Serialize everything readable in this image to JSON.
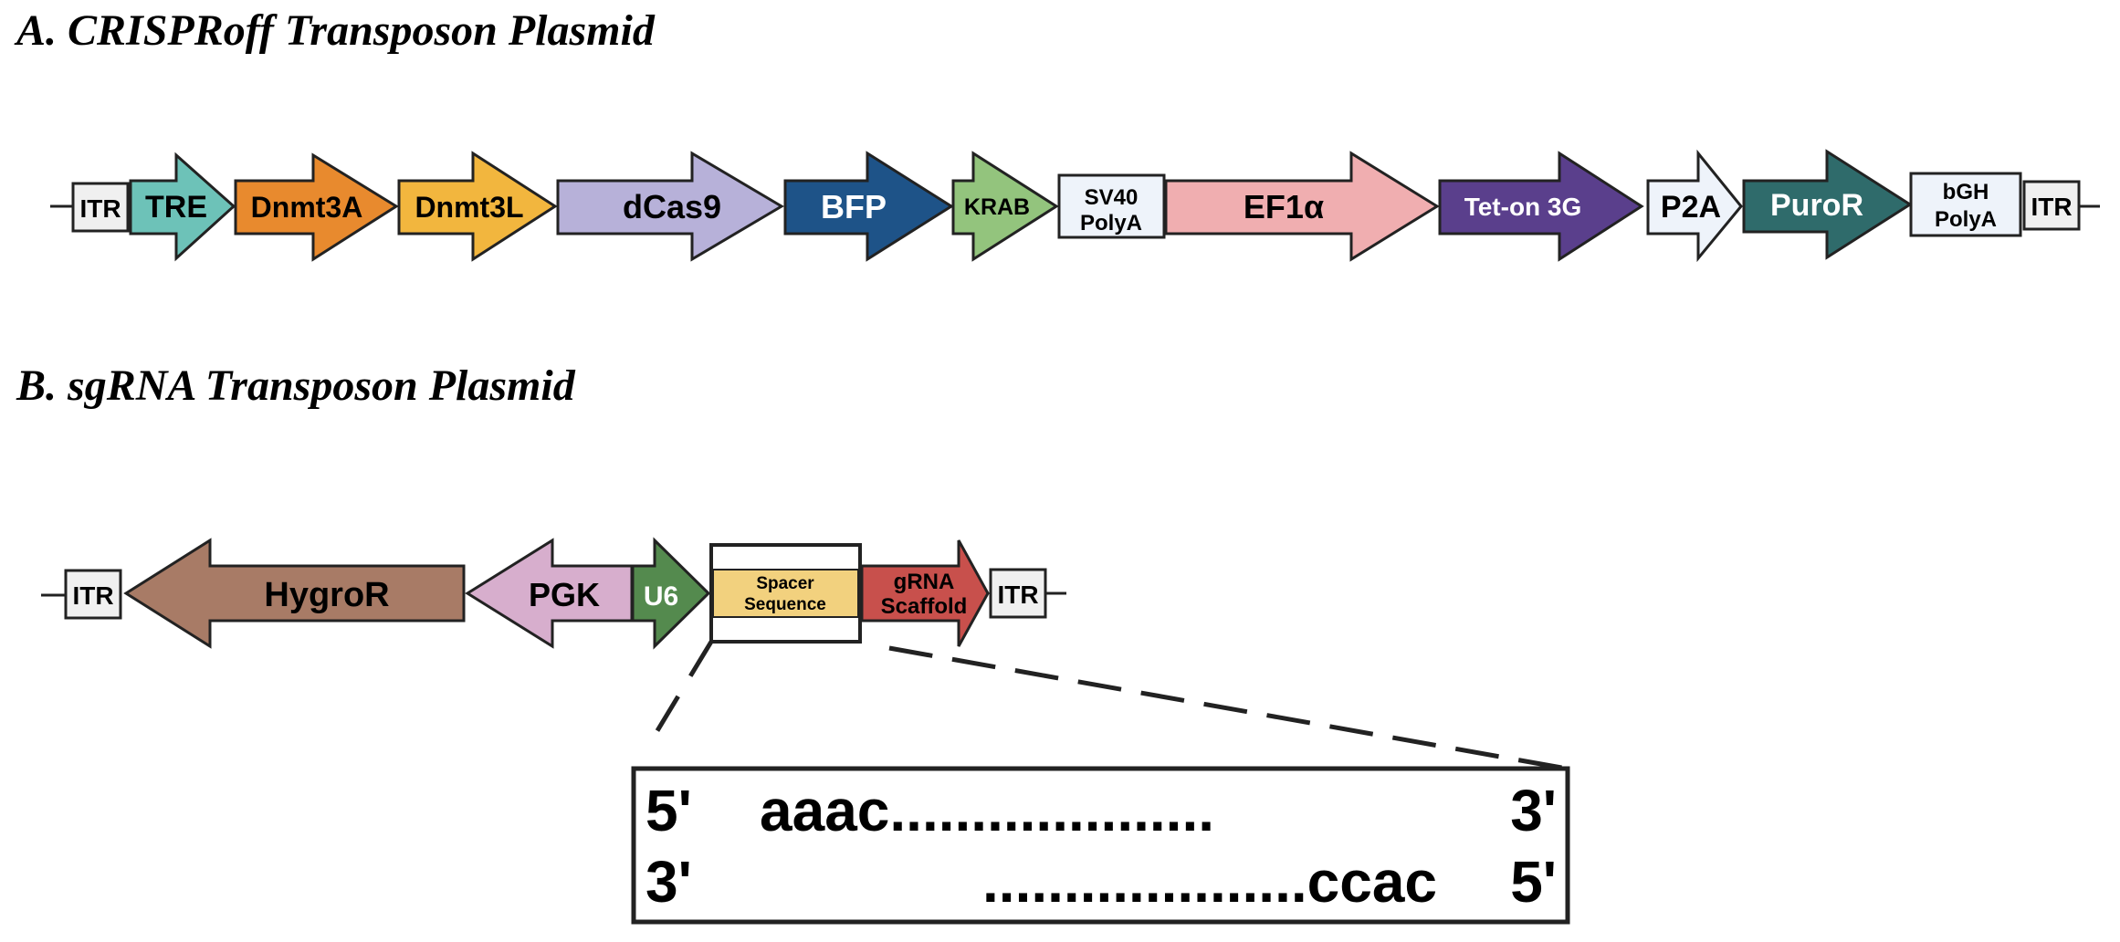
{
  "panel_a": {
    "title": "A. CRISPRoff Transposon Plasmid",
    "elements": [
      {
        "type": "box",
        "label": "ITR",
        "fill": "#f0f0f0",
        "text_color": "#000000"
      },
      {
        "type": "arrow",
        "label": "TRE",
        "fill": "#6dc2b8",
        "text_color": "#000000"
      },
      {
        "type": "arrow",
        "label": "Dnmt3A",
        "fill": "#e88a2e",
        "text_color": "#000000"
      },
      {
        "type": "arrow",
        "label": "Dnmt3L",
        "fill": "#f2b63e",
        "text_color": "#000000"
      },
      {
        "type": "arrow",
        "label": "dCas9",
        "fill": "#b7b1d9",
        "text_color": "#000000"
      },
      {
        "type": "arrow",
        "label": "BFP",
        "fill": "#1e5388",
        "text_color": "#ffffff"
      },
      {
        "type": "arrow",
        "label": "KRAB",
        "fill": "#93c47d",
        "text_color": "#000000"
      },
      {
        "type": "box",
        "label": "SV40\nPolyA",
        "fill": "#eef3fa",
        "text_color": "#000000"
      },
      {
        "type": "arrow",
        "label": "EF1α",
        "fill": "#f0aeb0",
        "text_color": "#000000"
      },
      {
        "type": "arrow",
        "label": "Tet-on 3G",
        "fill": "#5a3f8c",
        "text_color": "#ffffff"
      },
      {
        "type": "arrow",
        "label": "P2A",
        "fill": "#eef3fa",
        "text_color": "#000000"
      },
      {
        "type": "arrow",
        "label": "PuroR",
        "fill": "#2f6b6b",
        "text_color": "#ffffff"
      },
      {
        "type": "box",
        "label": "bGH\nPolyA",
        "fill": "#eef3fa",
        "text_color": "#000000"
      },
      {
        "type": "box",
        "label": "ITR",
        "fill": "#f0f0f0",
        "text_color": "#000000"
      }
    ]
  },
  "panel_b": {
    "title": "B. sgRNA Transposon Plasmid",
    "elements": [
      {
        "type": "box",
        "label": "ITR",
        "fill": "#f0f0f0",
        "text_color": "#000000"
      },
      {
        "type": "arrow-left",
        "label": "HygroR",
        "fill": "#a87b66",
        "text_color": "#000000"
      },
      {
        "type": "arrow-left",
        "label": "PGK",
        "fill": "#d7aecd",
        "text_color": "#000000"
      },
      {
        "type": "arrow",
        "label": "U6",
        "fill": "#548a4e",
        "text_color": "#ffffff"
      },
      {
        "type": "box",
        "label": "Spacer\nSequence",
        "fill": "#f2d17e",
        "text_color": "#000000"
      },
      {
        "type": "arrow",
        "label": "gRNA\nScaffold",
        "fill": "#c8504c",
        "text_color": "#000000"
      },
      {
        "type": "box",
        "label": "ITR",
        "fill": "#f0f0f0",
        "text_color": "#000000"
      }
    ],
    "inset": {
      "top_left": "5'",
      "top_seq": "aaac....................",
      "top_right": "3'",
      "bottom_left": "3'",
      "bottom_seq": "....................ccac",
      "bottom_right": "5'"
    }
  }
}
